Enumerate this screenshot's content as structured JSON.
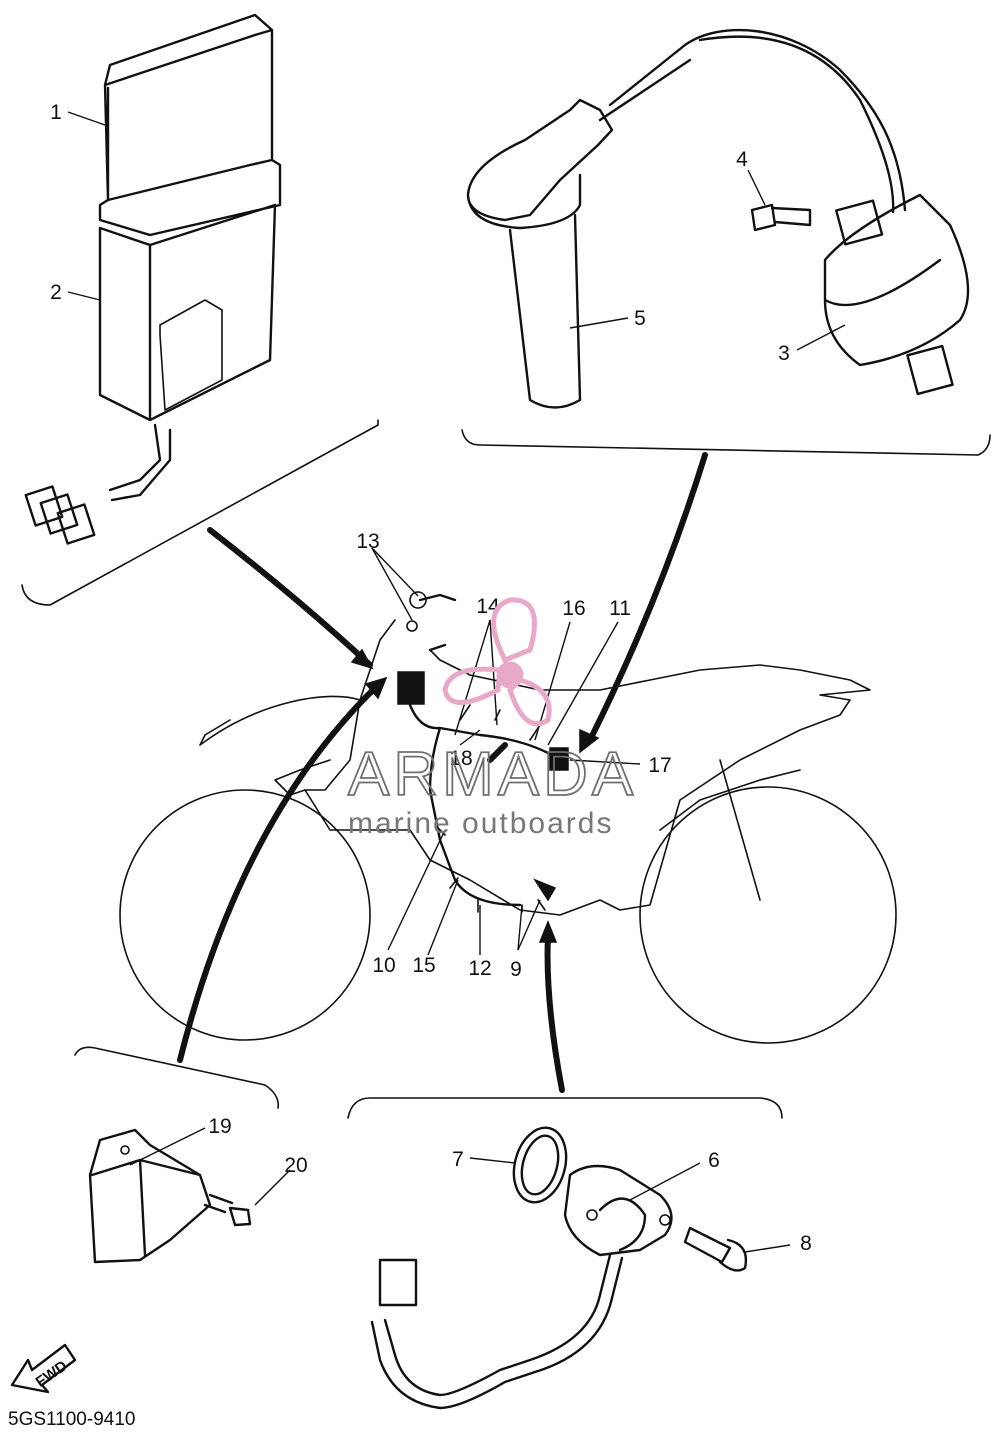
{
  "diagram": {
    "part_labels": [
      "1",
      "2",
      "3",
      "4",
      "5",
      "6",
      "7",
      "8",
      "9",
      "10",
      "11",
      "12",
      "13",
      "14",
      "15",
      "16",
      "17",
      "18",
      "19",
      "20"
    ],
    "part_code": "5GS1100-9410",
    "direction_marker": "FWD",
    "watermark": {
      "name": "ARMADA",
      "subtitle": "marine outboards",
      "accent_color": "#e8a8c8"
    },
    "line_color": "#111111"
  }
}
